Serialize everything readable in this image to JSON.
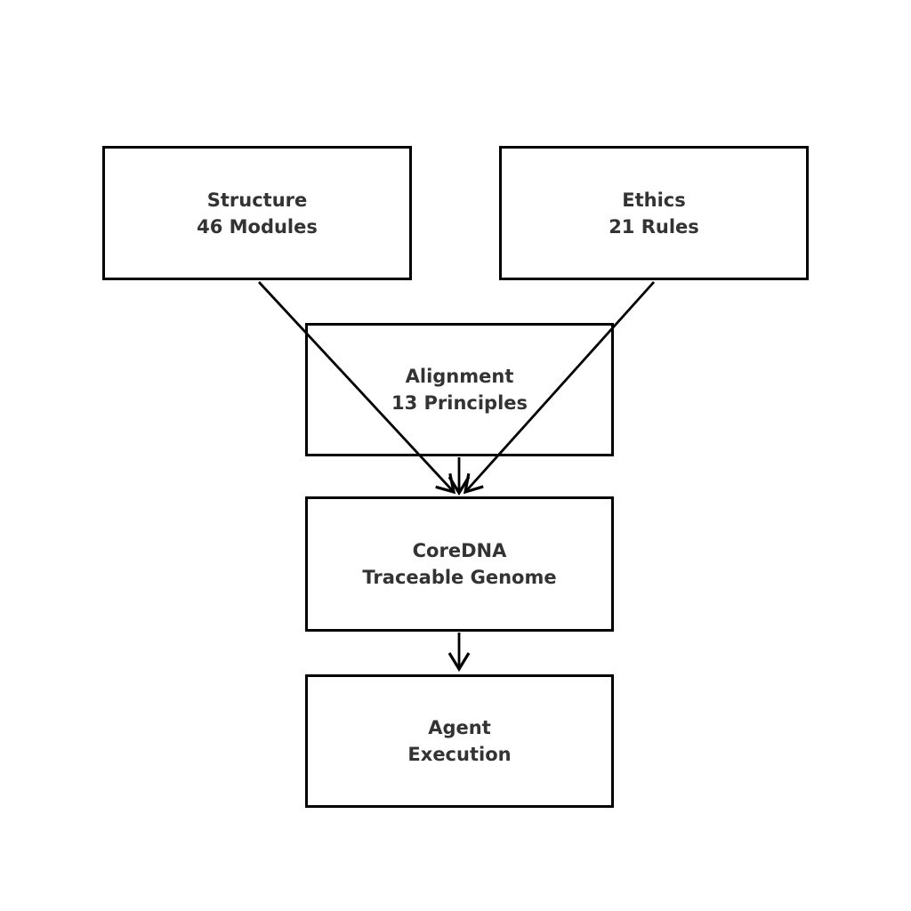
{
  "diagram": {
    "title": "CoreDNA flow diagram",
    "nodes": {
      "structure": {
        "line1": "Structure",
        "line2": "46 Modules"
      },
      "ethics": {
        "line1": "Ethics",
        "line2": "21 Rules"
      },
      "alignment": {
        "line1": "Alignment",
        "line2": "13 Principles"
      },
      "coredna": {
        "line1": "CoreDNA",
        "line2": "Traceable Genome"
      },
      "agent": {
        "line1": "Agent",
        "line2": "Execution"
      }
    },
    "edges": [
      {
        "from": "structure",
        "to": "coredna"
      },
      {
        "from": "ethics",
        "to": "coredna"
      },
      {
        "from": "alignment",
        "to": "coredna"
      },
      {
        "from": "coredna",
        "to": "agent"
      }
    ],
    "colors": {
      "background": "#ffffff",
      "box_fill": "#ffffff",
      "box_border": "#000000",
      "text": "#333333",
      "arrow": "#000000"
    }
  }
}
